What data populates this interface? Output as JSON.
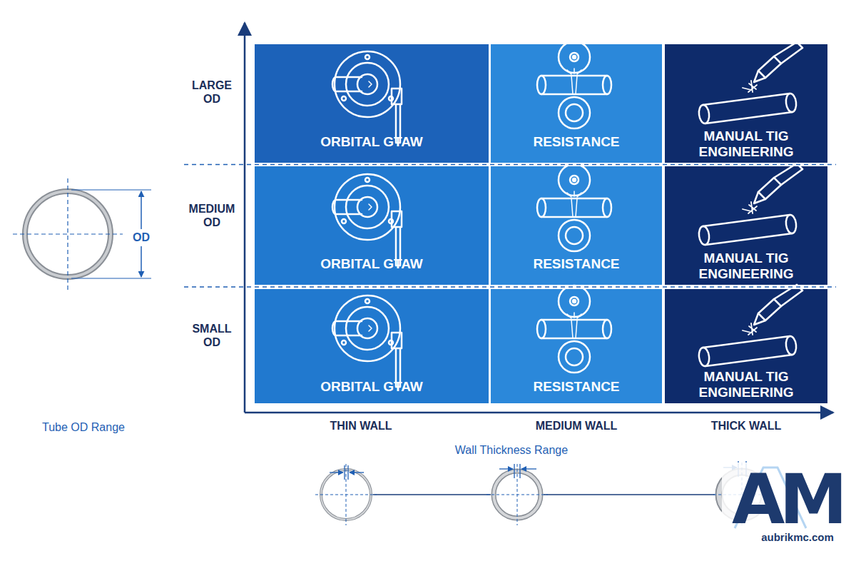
{
  "diagram": {
    "nodes": [
      {
        "text": [
          "ORBITAL GTAW"
        ]
      },
      {
        "text": [
          "RESISTANCE"
        ]
      },
      {
        "text": [
          "MANUAL TIG ENGINEERING"
        ]
      },
      {
        "text": [
          "ORBITAL GTAW"
        ]
      },
      {
        "text": [
          "RESISTANCE"
        ]
      },
      {
        "text": [
          "MANUAL TIG ENGINEERING"
        ]
      },
      {
        "text": [
          "ORBITAL GTAW"
        ]
      },
      {
        "text": [
          "RESISTANCE"
        ]
      },
      {
        "text": [
          "MANUAL TIG ENGINEERING"
        ]
      }
    ],
    "labels": [
      "LARGE OD",
      "MEDIUM OD",
      "SMALL OD",
      "THIN WALL",
      "MEDIUM WALL",
      "THICK WALL",
      "OD",
      "Tube OD Range",
      "Wall Thickness Range",
      "AM",
      "aubrikmc.com"
    ]
  }
}
